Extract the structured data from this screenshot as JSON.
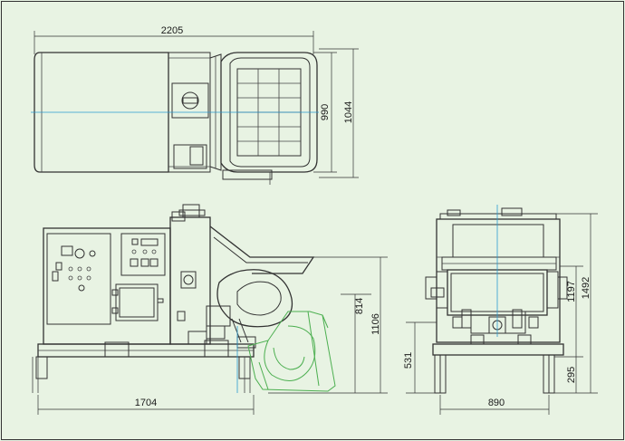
{
  "colors": {
    "background": "#e8f3e3",
    "lines": "#333333",
    "center_line": "#2a9ad0",
    "tilt_outline": "#4caf50"
  },
  "dimensions": {
    "top_length": "2205",
    "top_inner_width": "990",
    "top_width": "1044",
    "front_height": "1106",
    "hopper_height": "814",
    "front_length": "1704",
    "side_base_width": "890",
    "side_total_height": "1492",
    "side_frame_height": "1197",
    "base_height": "531",
    "foot_height": "295"
  }
}
